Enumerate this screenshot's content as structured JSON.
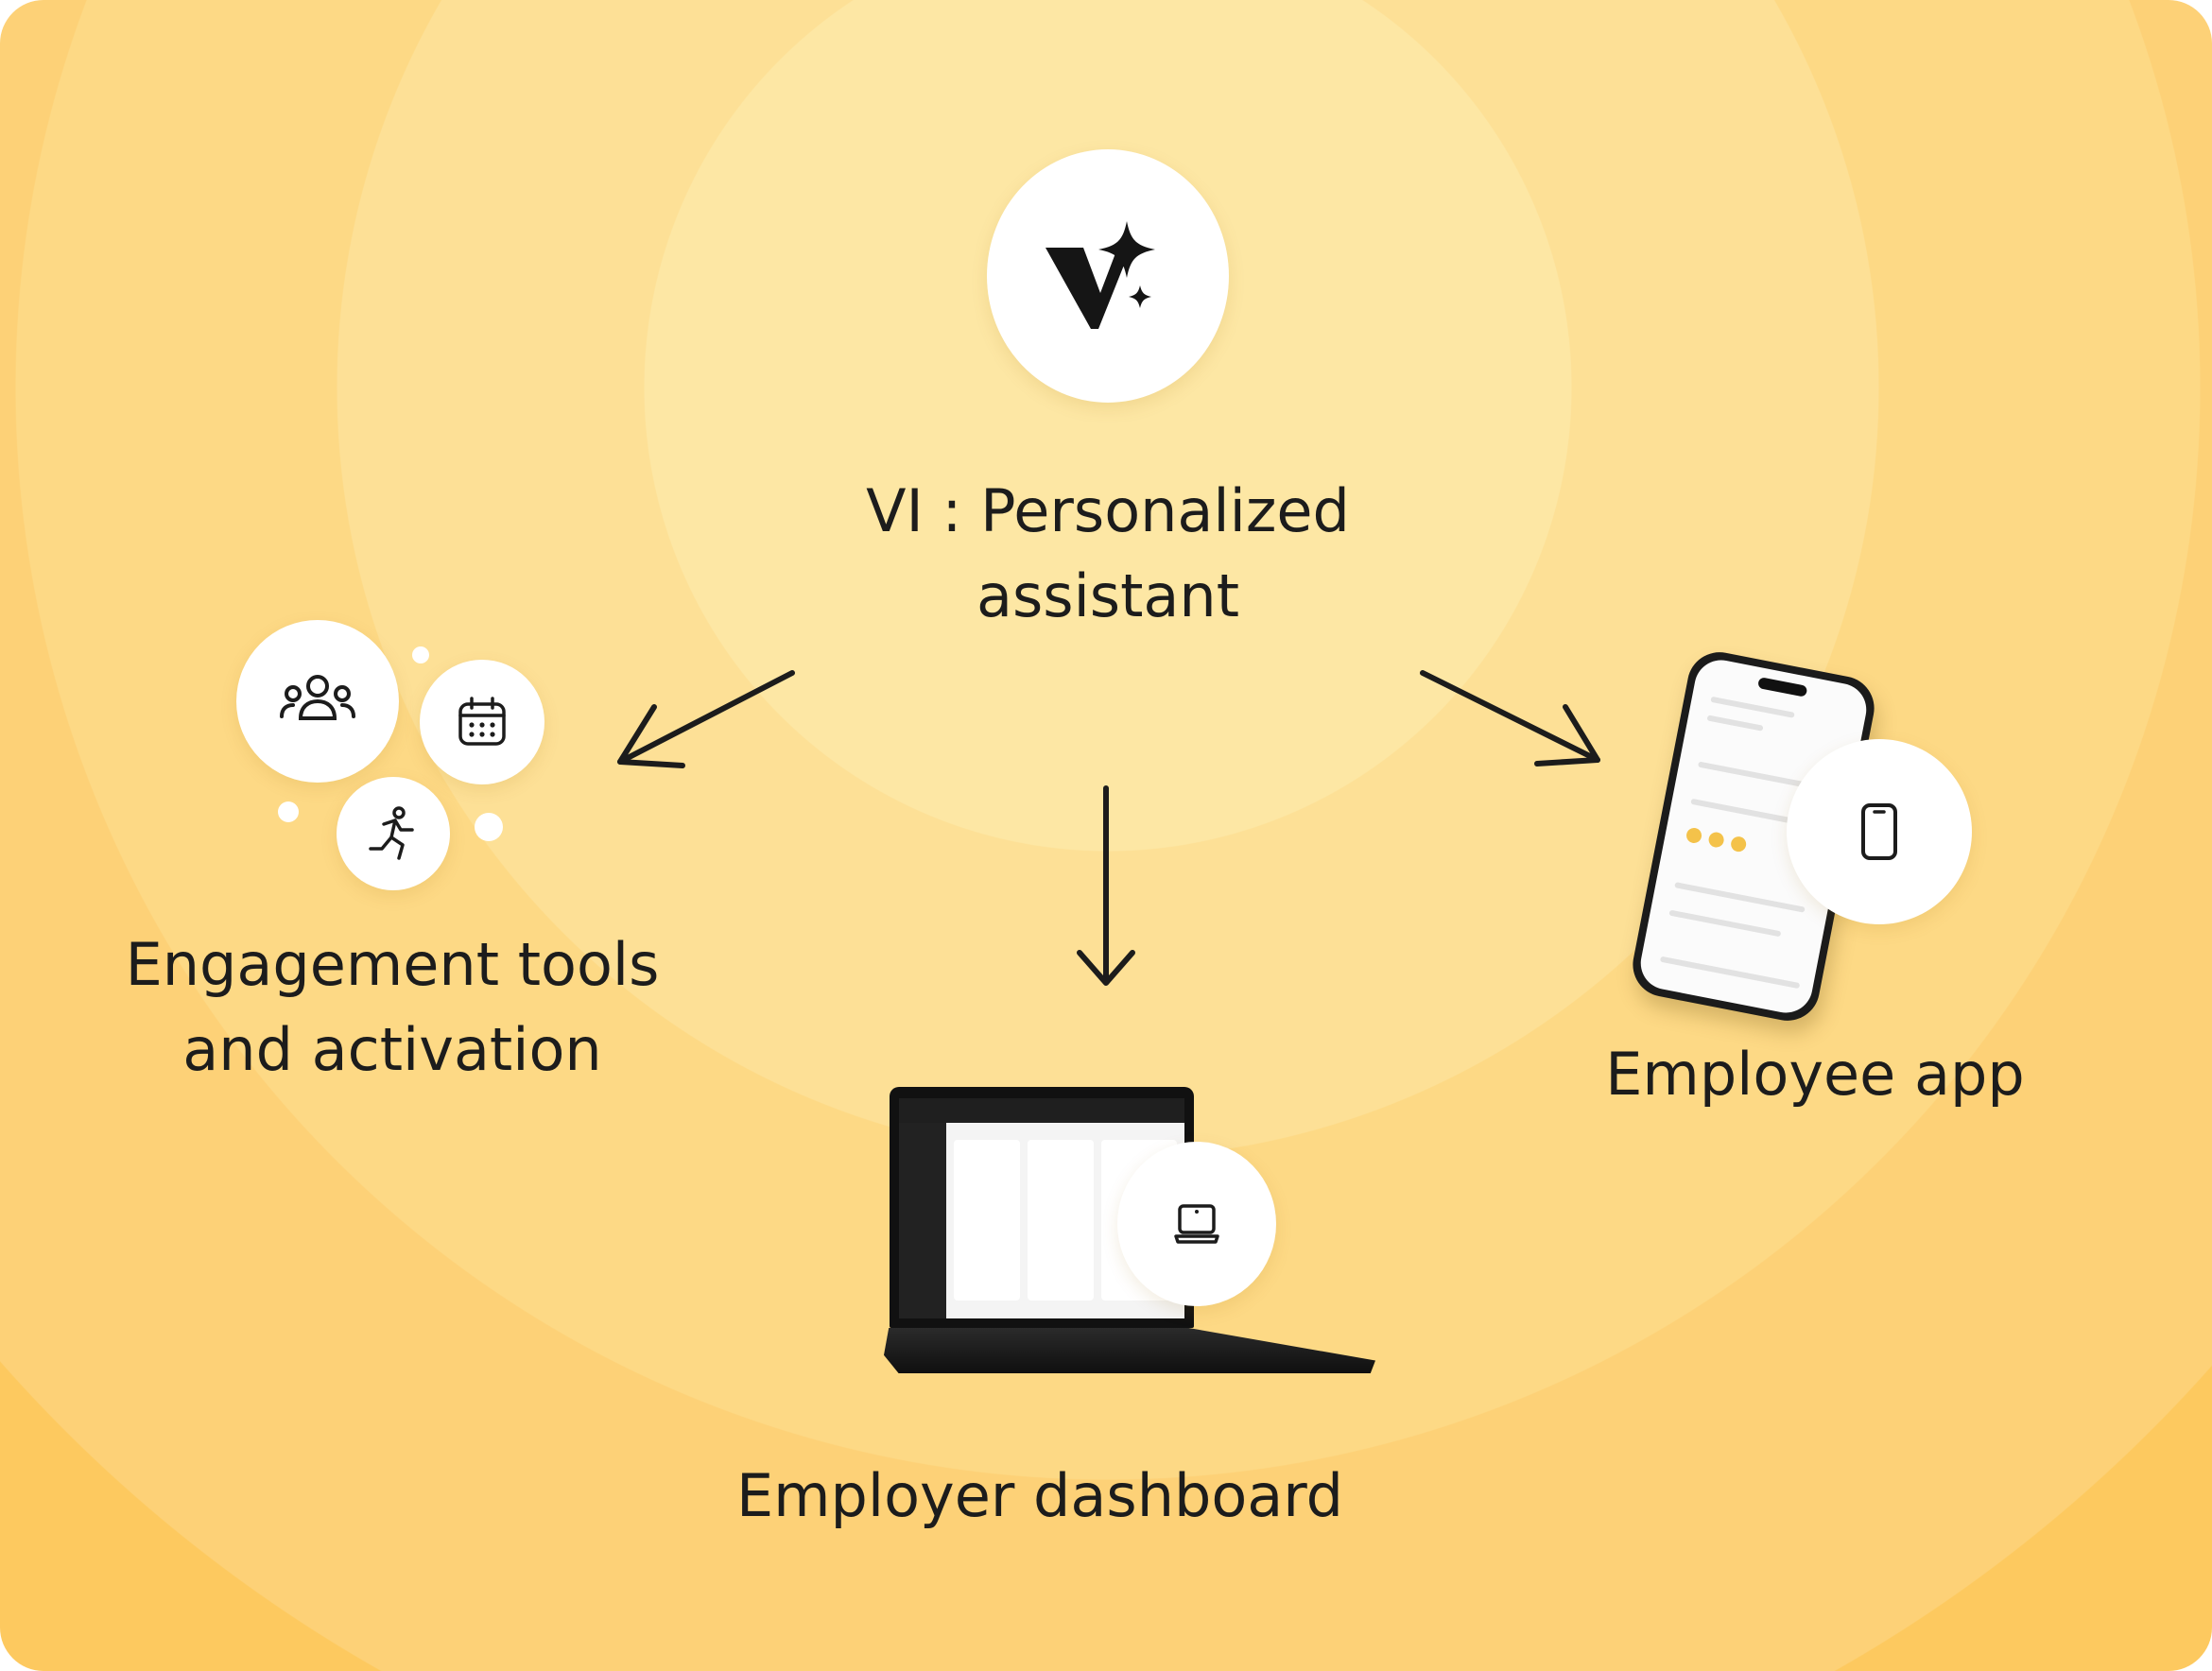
{
  "hub": {
    "logo_icon": "vi-sparkle-logo",
    "title_line1": "VI : Personalized",
    "title_line2": "assistant"
  },
  "left_node": {
    "icons": [
      "people-group-icon",
      "calendar-icon",
      "running-person-icon"
    ],
    "label_line1": "Engagement tools",
    "label_line2": "and activation"
  },
  "bottom_node": {
    "icon": "laptop-icon",
    "label": "Employer dashboard"
  },
  "right_node": {
    "icon": "smartphone-icon",
    "label": "Employee app"
  },
  "colors": {
    "background_center": "#fde7a4",
    "background_edge": "#fdc95f",
    "text": "#1c1c1c",
    "node_circle": "#ffffff"
  }
}
